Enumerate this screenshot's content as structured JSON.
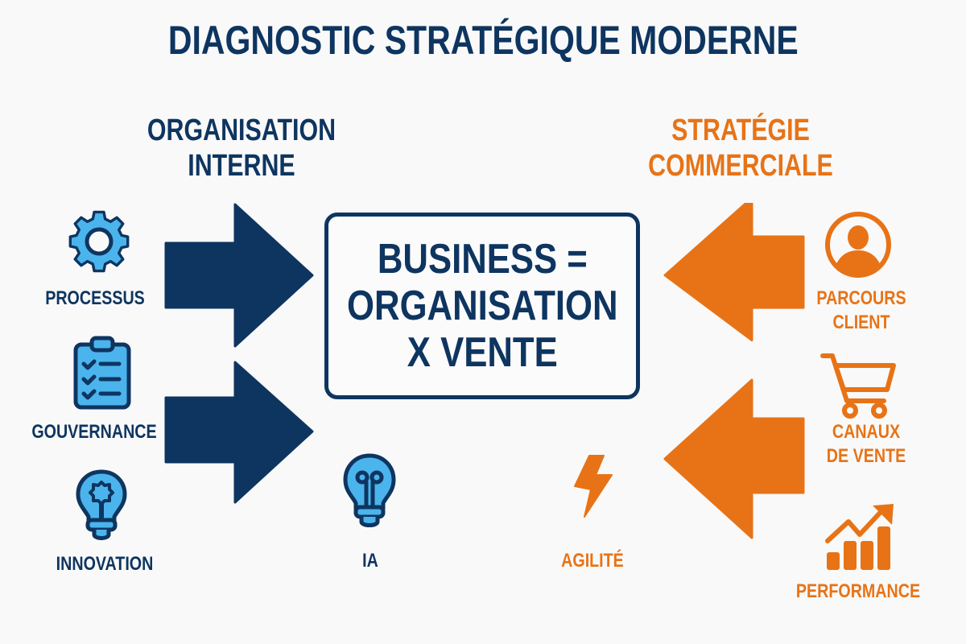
{
  "title": "DIAGNOSTIC STRATÉGIQUE MODERNE",
  "colors": {
    "navy": "#0e3560",
    "orange": "#e87316",
    "light_blue": "#4bb4ec",
    "background": "#f9f9f9"
  },
  "left_section": {
    "heading_line1": "ORGANISATION",
    "heading_line2": "INTERNE",
    "items": [
      {
        "icon": "gear-icon",
        "label": "PROCESSUS"
      },
      {
        "icon": "clipboard-checklist-icon",
        "label": "GOUVERNANCE"
      },
      {
        "icon": "lightbulb-gear-icon",
        "label": "INNOVATION"
      }
    ],
    "arrows": [
      "right-arrow",
      "right-arrow"
    ]
  },
  "right_section": {
    "heading_line1": "STRATÉGIE",
    "heading_line2": "COMMERCIALE",
    "items": [
      {
        "icon": "user-circle-icon",
        "label_line1": "PARCOURS",
        "label_line2": "CLIENT"
      },
      {
        "icon": "shopping-cart-icon",
        "label_line1": "CANAUX",
        "label_line2": "DE VENTE"
      },
      {
        "icon": "growth-chart-icon",
        "label_line1": "PERFORMANCE",
        "label_line2": ""
      }
    ],
    "arrows": [
      "left-arrow",
      "left-arrow"
    ]
  },
  "center": {
    "line1": "BUSINESS =",
    "line2": "ORGANISATION",
    "line3": "X VENTE"
  },
  "bottom_center": [
    {
      "icon": "lightbulb-icon",
      "label": "IA"
    },
    {
      "icon": "lightning-bolt-icon",
      "label": "AGILITÉ"
    }
  ]
}
